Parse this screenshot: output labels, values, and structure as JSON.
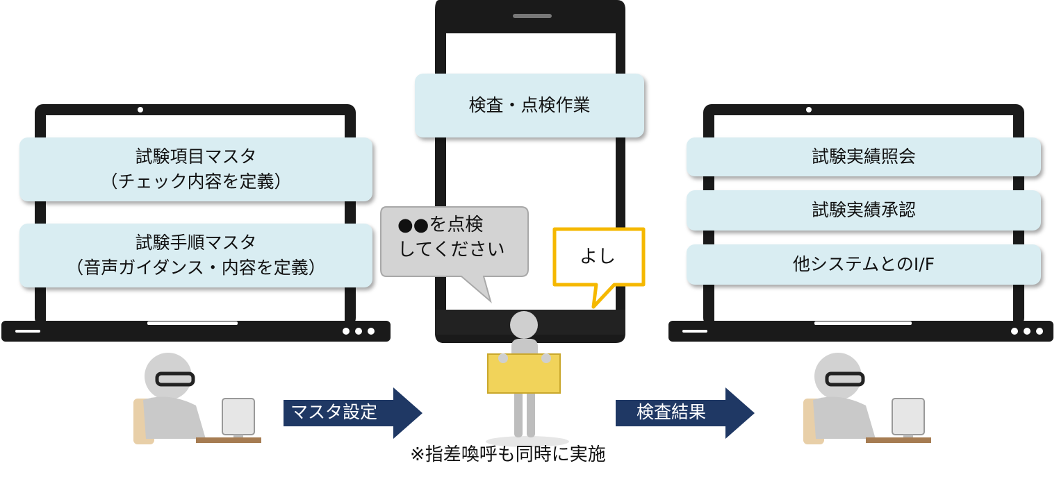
{
  "left_panel": {
    "box1": {
      "line1": "試験項目マスタ",
      "line2": "（チェック内容を定義）"
    },
    "box2": {
      "line1": "試験手順マスタ",
      "line2": "（音声ガイダンス・内容を定義）"
    }
  },
  "center_panel": {
    "task_box": "検査・点検作業",
    "bubble_gray": {
      "line1": "●●を点検",
      "line2": "してください"
    },
    "bubble_yellow": "よし",
    "note": "※指差喚呼も同時に実施"
  },
  "right_panel": {
    "box1": "試験実績照会",
    "box2": "試験実績承認",
    "box3": "他システムとのI/F"
  },
  "arrows": {
    "arrow1": "マスタ設定",
    "arrow2": "検査結果"
  },
  "colors": {
    "box_fill": "#d9edf2",
    "arrow_fill": "#1f3864",
    "device_frame": "#1a1a1a",
    "yellow_border": "#f5b800"
  }
}
